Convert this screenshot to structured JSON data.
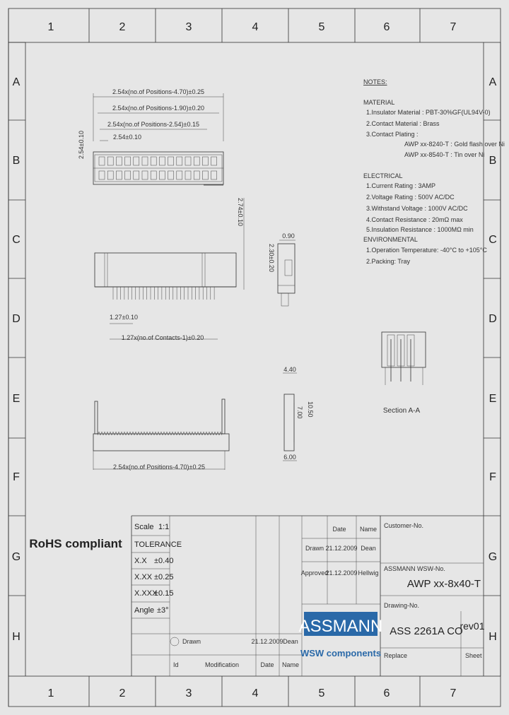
{
  "grid": {
    "columns": [
      "1",
      "2",
      "3",
      "4",
      "5",
      "6",
      "7"
    ],
    "rows": [
      "A",
      "B",
      "C",
      "D",
      "E",
      "F",
      "G",
      "H"
    ]
  },
  "dimensions": {
    "top_1": "2.54x(no.of Positions-4.70)±0.25",
    "top_2": "2.54x(no.of Positions-1.90)±0.20",
    "top_3": "2.54x(no.of Positions-2.54)±0.15",
    "top_4": "2.54±0.10",
    "vert_a": "2.54±0.10",
    "vert_b": "2.74±0.10",
    "side_1": "0.90",
    "side_2": "2.30±0.20",
    "pitch": "1.27±0.10",
    "bottom_mid": "1.27x(no.of Contacts-1)±0.20",
    "bottom_f": "2.54x(no.of Positions-4.70)±0.25",
    "e_w": "4.40",
    "e_h1": "7.00",
    "e_h2": "10.50",
    "e_w2": "6.00"
  },
  "notes": {
    "title": "NOTES:",
    "material_head": "MATERIAL",
    "material": [
      "1.Insulator Material : PBT-30%GF(UL94V-0)",
      "2.Contact Material : Brass",
      "3.Contact Plating :"
    ],
    "plating": [
      "AWP xx-8240-T : Gold flash over Ni",
      "AWP xx-8540-T : Tin over Ni"
    ],
    "electrical_head": "ELECTRICAL",
    "electrical": [
      "1.Current Rating : 3AMP",
      "2.Voltage Rating : 500V AC/DC",
      "3.Withstand Voltage : 1000V AC/DC",
      "4.Contact Resistance : 20mΩ max",
      "5.Insulation Resistance : 1000MΩ min"
    ],
    "env_head": "ENVIRONMENTAL",
    "environmental": [
      "1.Operation Temperature: -40°C to +105°C",
      "2.Packing: Tray"
    ]
  },
  "section_label": "Section A-A",
  "rohs": "RoHS compliant",
  "title_block": {
    "scale_label": "Scale",
    "scale_value": "1:1",
    "tolerance": "TOLERANCE",
    "tol_rows": [
      {
        "k": "X.X",
        "v": "±0.40"
      },
      {
        "k": "X.XX",
        "v": "±0.25"
      },
      {
        "k": "X.XXX",
        "v": "±0.15"
      }
    ],
    "angle_label": "Angle",
    "angle_value": "±3°",
    "date_hdr": "Date",
    "name_hdr": "Name",
    "drawn_label": "Drawn",
    "drawn_date": "21.12.2009",
    "drawn_name": "Dean",
    "approved_label": "Approved",
    "approved_date": "21.12.2009",
    "approved_name": "Hellwig",
    "customer_label": "Customer-No.",
    "assmann_label": "ASSMANN WSW-No.",
    "part_no": "AWP xx-8x40-T",
    "drawing_label": "Drawing-No.",
    "drawing_no": "ASS 2261A CO",
    "rev": "rev01",
    "replace_label": "Replace",
    "sheet_label": "Sheet",
    "rev_mark": "0",
    "rev_drawn": "Drawn",
    "rev_date": "21.12.2009",
    "rev_name": "Dean",
    "id_hdr": "Id",
    "mod_hdr": "Modification",
    "date_hdr2": "Date",
    "name_hdr2": "Name",
    "logo_top": "ASSMANN",
    "logo_bottom": "WSW components"
  }
}
